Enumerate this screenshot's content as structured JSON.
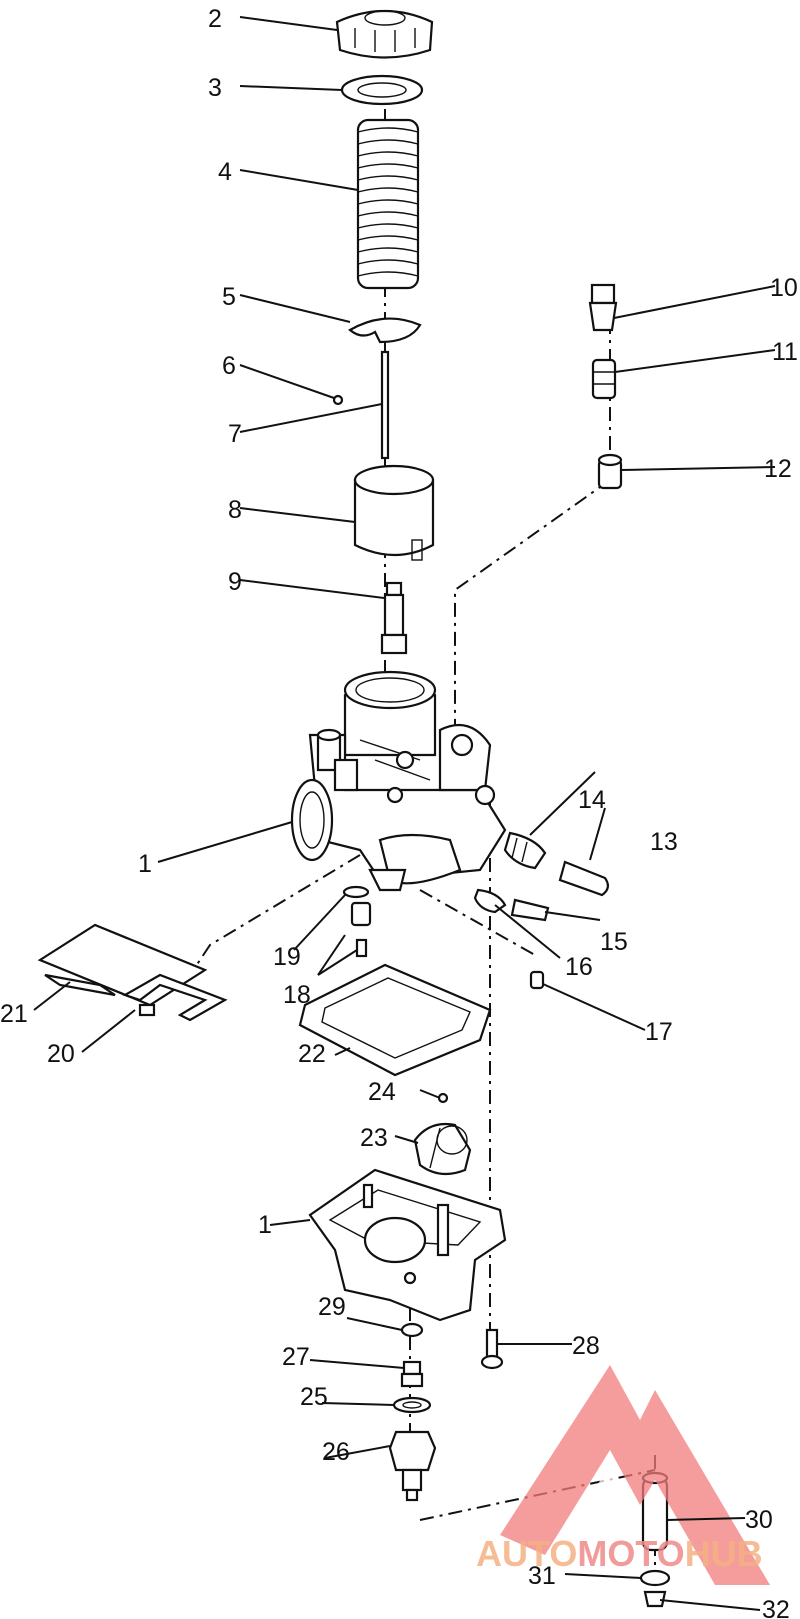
{
  "diagram": {
    "callouts": [
      "1",
      "2",
      "3",
      "4",
      "5",
      "6",
      "7",
      "8",
      "9",
      "10",
      "11",
      "12",
      "13",
      "14",
      "15",
      "16",
      "17",
      "18",
      "19",
      "20",
      "21",
      "22",
      "23",
      "24",
      "25",
      "26",
      "27",
      "28",
      "29",
      "30",
      "31",
      "32",
      "1"
    ]
  },
  "watermark": {
    "segments": [
      "AUTO",
      "MOTO",
      "HUB"
    ],
    "colors": {
      "auto": "#f4b183",
      "moto": "#f08a8a",
      "hub": "#f4b183",
      "logo": "#f27c7c"
    }
  }
}
